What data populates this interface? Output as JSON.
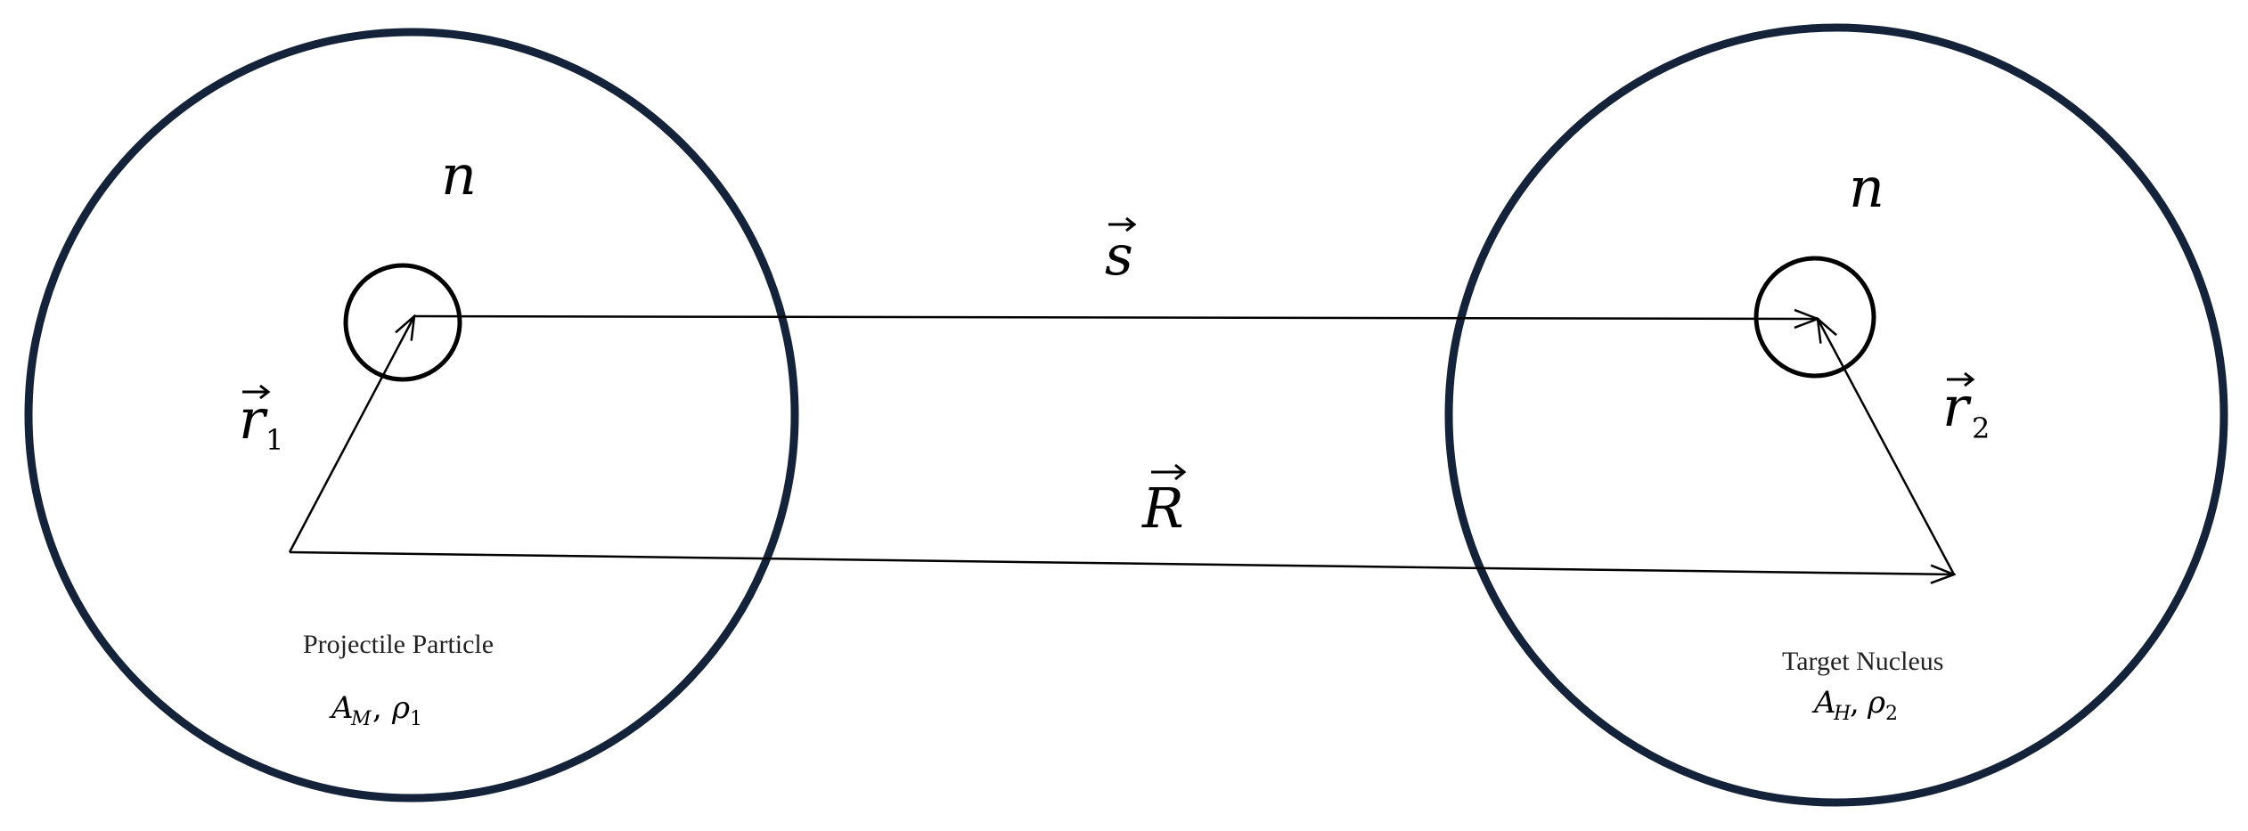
{
  "colors": {
    "nucleus_outline": "#14233a",
    "line": "#000000",
    "text": "#000000"
  },
  "left": {
    "nucleon": "n",
    "vector_r1": "r",
    "vector_r1_sub": "1",
    "caption": "Projectile Particle",
    "mass_symbol": "A",
    "mass_sub": "M",
    "density_symbol": "ρ",
    "density_sub": "1",
    "separator": ","
  },
  "right": {
    "nucleon": "n",
    "vector_r2": "r",
    "vector_r2_sub": "2",
    "caption": "Target Nucleus",
    "mass_symbol": "A",
    "mass_sub": "H",
    "density_symbol": "ρ",
    "density_sub": "2",
    "separator": ","
  },
  "middle": {
    "vector_s": "s",
    "vector_R": "R",
    "arrow_accent": "⃗"
  }
}
